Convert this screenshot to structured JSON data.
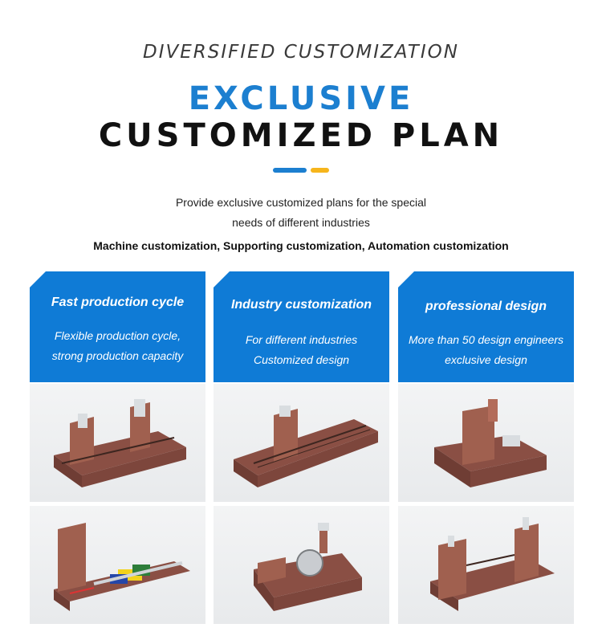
{
  "header": {
    "kicker": "DIVERSIFIED CUSTOMIZATION",
    "title_line1": "EXCLUSIVE",
    "title_line2": "CUSTOMIZED PLAN",
    "description_line1": "Provide exclusive customized plans for the special",
    "description_line2": "needs of different industries",
    "subline": "Machine customization, Supporting customization, Automation customization"
  },
  "colors": {
    "accent_blue": "#0f7bd6",
    "title_blue": "#1c7fd0",
    "accent_yellow": "#f6b51c",
    "machine_body": "#9a5a4d"
  },
  "features": [
    {
      "title": "Fast production cycle",
      "line1": "Flexible production cycle,",
      "line2": "strong production capacity",
      "images": [
        "gantry-machine-bed",
        "lathe-bed-with-tooling"
      ]
    },
    {
      "title": "Industry customization",
      "line1": "For different industries",
      "line2": "Customized design",
      "images": [
        "long-slant-bed",
        "turning-center-bed"
      ]
    },
    {
      "title": "professional design",
      "line1": "More than 50 design engineers",
      "line2": "exclusive design",
      "images": [
        "vertical-column-machine",
        "double-column-machine"
      ]
    }
  ]
}
